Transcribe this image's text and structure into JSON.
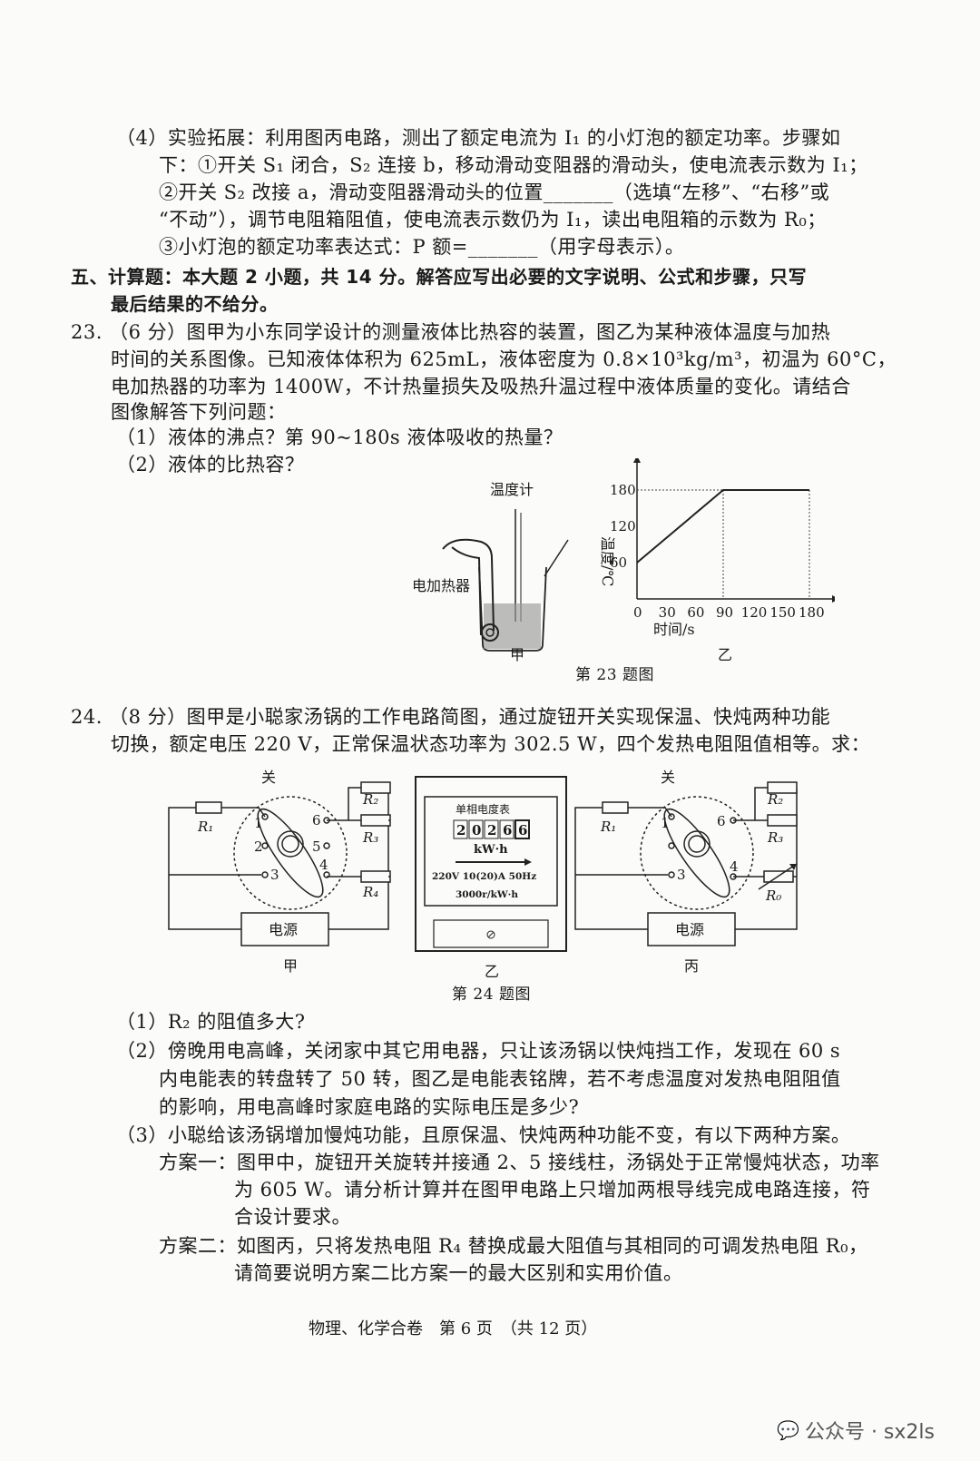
{
  "q22": {
    "l1": "（4）实验拓展：利用图丙电路，测出了额定电流为 I₁ 的小灯泡的额定功率。步骤如",
    "l2": "下：①开关 S₁ 闭合，S₂ 连接 b，移动滑动变阻器的滑动头，使电流表示数为 I₁；",
    "l3": "②开关 S₂ 改接 a，滑动变阻器滑动头的位置_______（选填“左移”、“右移”或",
    "l4": "“不动”），调节电阻箱阻值，使电流表示数仍为 I₁，读出电阻箱的示数为 R₀；",
    "l5": "③小灯泡的额定功率表达式：P 额=_______（用字母表示）。"
  },
  "section5": {
    "l1": "五、计算题：本大题 2 小题，共 14 分。解答应写出必要的文字说明、公式和步骤，只写",
    "l2": "最后结果的不给分。"
  },
  "q23": {
    "l1": "23. （6 分）图甲为小东同学设计的测量液体比热容的装置，图乙为某种液体温度与加热",
    "l2": "时间的关系图像。已知液体体积为 625mL，液体密度为 0.8×10³kg/m³，初温为 60°C，",
    "l3": "电加热器的功率为 1400W，不计热量损失及吸热升温过程中液体质量的变化。请结合",
    "l4": "图像解答下列问题：",
    "l5": "（1）液体的沸点？第 90~180s 液体吸收的热量？",
    "l6": "（2）液体的比热容？",
    "fig_thermometer": "温度计",
    "fig_heater": "电加热器",
    "fig_jia": "甲",
    "fig_yi": "乙",
    "caption": "第 23 题图"
  },
  "chart_data": {
    "type": "line",
    "xlabel": "时间/s",
    "ylabel": "温度/℃",
    "x_ticks": [
      "0",
      "30",
      "60",
      "90",
      "120",
      "150",
      "180"
    ],
    "y_ticks": [
      "60",
      "120",
      "180"
    ],
    "series": [
      {
        "x": [
          0,
          90,
          180
        ],
        "y": [
          60,
          180,
          180
        ]
      }
    ]
  },
  "q24": {
    "l1": "24. （8 分）图甲是小聪家汤锅的工作电路简图，通过旋钮开关实现保温、快炖两种功能",
    "l2": "切换，额定电压 220 V，正常保温状态功率为 302.5 W，四个发热电阻阻值相等。求：",
    "fig": {
      "guan": "关",
      "r1": "R₁",
      "r2": "R₂",
      "r3": "R₃",
      "r4": "R₄",
      "r0": "R₀",
      "t1": "1",
      "t2": "2",
      "t3": "3",
      "t4": "4",
      "t5": "5",
      "t6": "6",
      "power": "电源",
      "jia": "甲",
      "yi": "乙",
      "bing": "丙",
      "meter_title": "单相电度表",
      "digits": [
        "2",
        "0",
        "2",
        "6",
        "6"
      ],
      "unit": "kW·h",
      "spec1": "220V 10(20)A 50Hz",
      "spec2": "3000r/kW·h"
    },
    "caption": "第 24 题图",
    "s1": "（1）R₂ 的阻值多大?",
    "s2a": "（2）傍晚用电高峰，关闭家中其它用电器，只让该汤锅以快炖挡工作，发现在 60 s",
    "s2b": "内电能表的转盘转了 50 转，图乙是电能表铭牌，若不考虑温度对发热电阻阻值",
    "s2c": "的影响，用电高峰时家庭电路的实际电压是多少?",
    "s3a": "（3）小聪给该汤锅增加慢炖功能，且原保温、快炖两种功能不变，有以下两种方案。",
    "s3b": "方案一：图甲中，旋钮开关旋转并接通 2、5 接线柱，汤锅处于正常慢炖状态，功率",
    "s3c": "为 605 W。请分析计算并在图甲电路上只增加两根导线完成电路连接，符",
    "s3d": "合设计要求。",
    "s3e": "方案二：如图丙，只将发热电阻 R₄ 替换成最大阻值与其相同的可调发热电阻 R₀，",
    "s3f": "请简要说明方案二比方案一的最大区别和实用价值。"
  },
  "footer": "物理、化学合卷　第 6 页　（共 12 页）",
  "watermark": "公众号 · sx2ls"
}
